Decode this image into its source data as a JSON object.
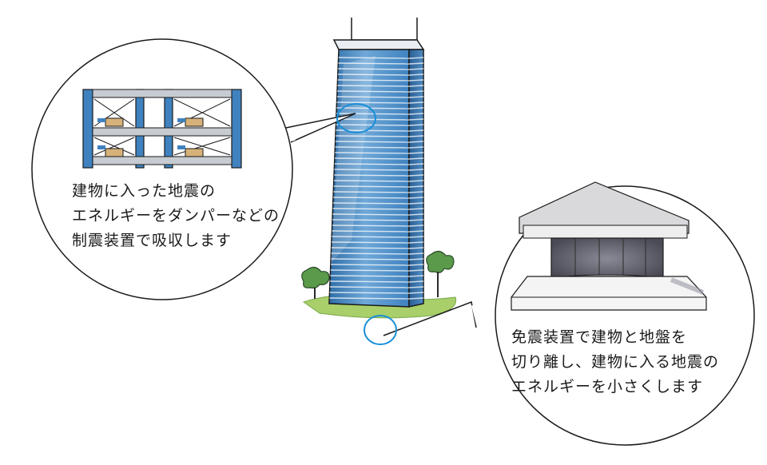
{
  "damper_caption": {
    "lines": [
      "建物に入った地震の",
      "エネルギーをダンパーなどの",
      "制震装置で吸収します"
    ]
  },
  "isolation_caption": {
    "lines": [
      "免震装置で建物と地盤を",
      "切り離し、建物に入る地震の",
      "エネルギーを小さくします"
    ]
  },
  "colors": {
    "building_blue": "#3f82bf",
    "highlight_circle": "#1a8fd8",
    "ground_green": "#a8cf6a",
    "outline": "#1a1a1a"
  }
}
